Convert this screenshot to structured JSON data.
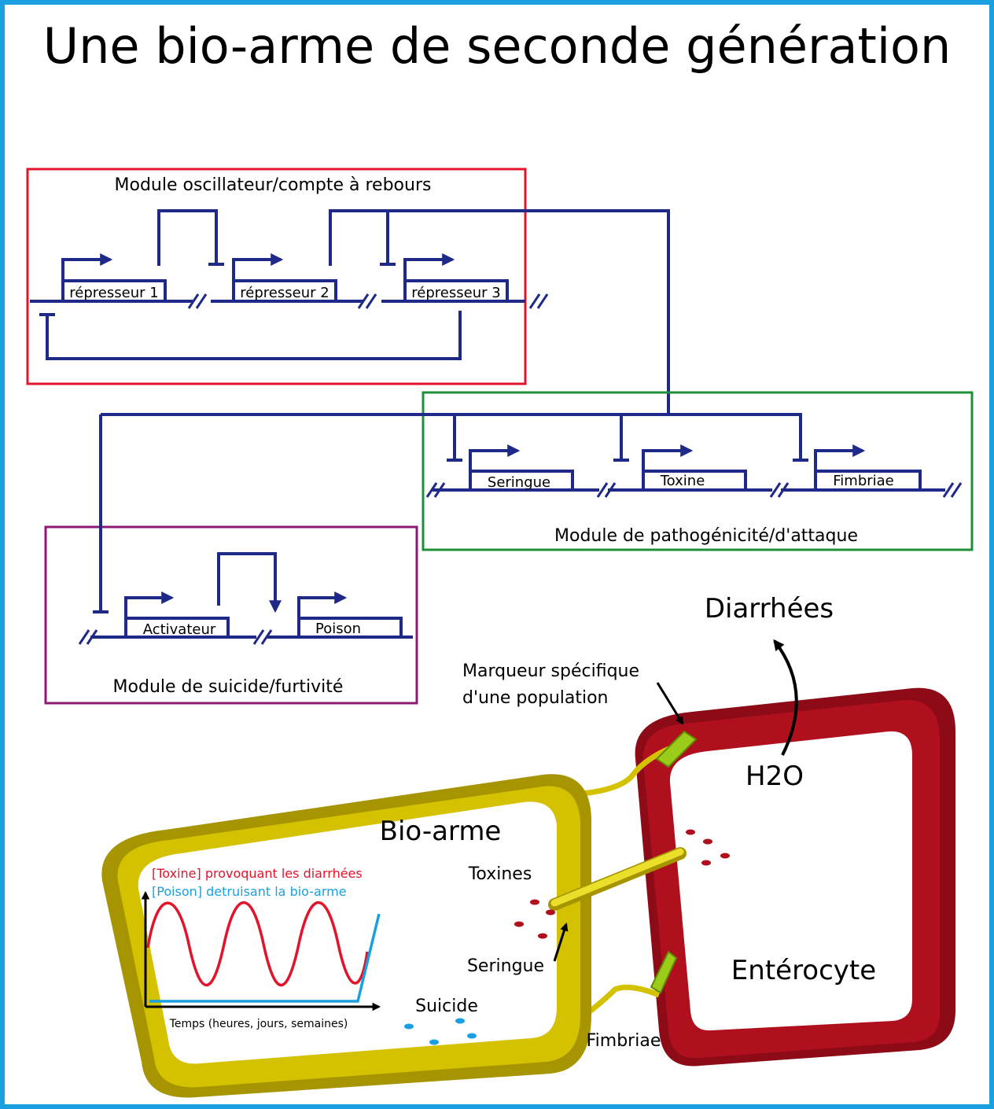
{
  "title": "Une bio-arme de seconde génération",
  "colors": {
    "frame": "#1aa0e0",
    "wire": "#1f2a88",
    "oscillator_box": "#e1142c",
    "pathogen_box": "#1f8f3a",
    "suicide_box": "#8e1a78",
    "bioweapon": "#d4c200",
    "enterocyte": "#b00f1e",
    "toxin_curve": "#e1142c",
    "poison_curve": "#1aa0e0"
  },
  "modules": {
    "oscillator": {
      "label": "Module oscillateur/compte à rebours",
      "genes": [
        "répresseur 1",
        "répresseur 2",
        "répresseur 3"
      ]
    },
    "pathogen": {
      "label": "Module de pathogénicité/d'attaque",
      "genes": [
        "Seringue",
        "Toxine",
        "Fimbriae"
      ]
    },
    "suicide": {
      "label": "Module de suicide/furtivité",
      "genes": [
        "Activateur",
        "Poison"
      ]
    }
  },
  "cell": {
    "bioweapon_label": "Bio-arme",
    "enterocyte_label": "Entérocyte",
    "diarrhea_label": "Diarrhées",
    "water_label": "H2O",
    "marker_label_line1": "Marqueur spécifique",
    "marker_label_line2": "d'une population",
    "toxins_label": "Toxines",
    "syringe_label": "Seringue",
    "suicide_label": "Suicide",
    "fimbriae_label": "Fimbriae"
  },
  "graph": {
    "legend_toxin": "[Toxine] provoquant les diarrhées",
    "legend_poison": "[Poison]  detruisant la bio-arme",
    "xlabel": "Temps (heures, jours, semaines)"
  }
}
